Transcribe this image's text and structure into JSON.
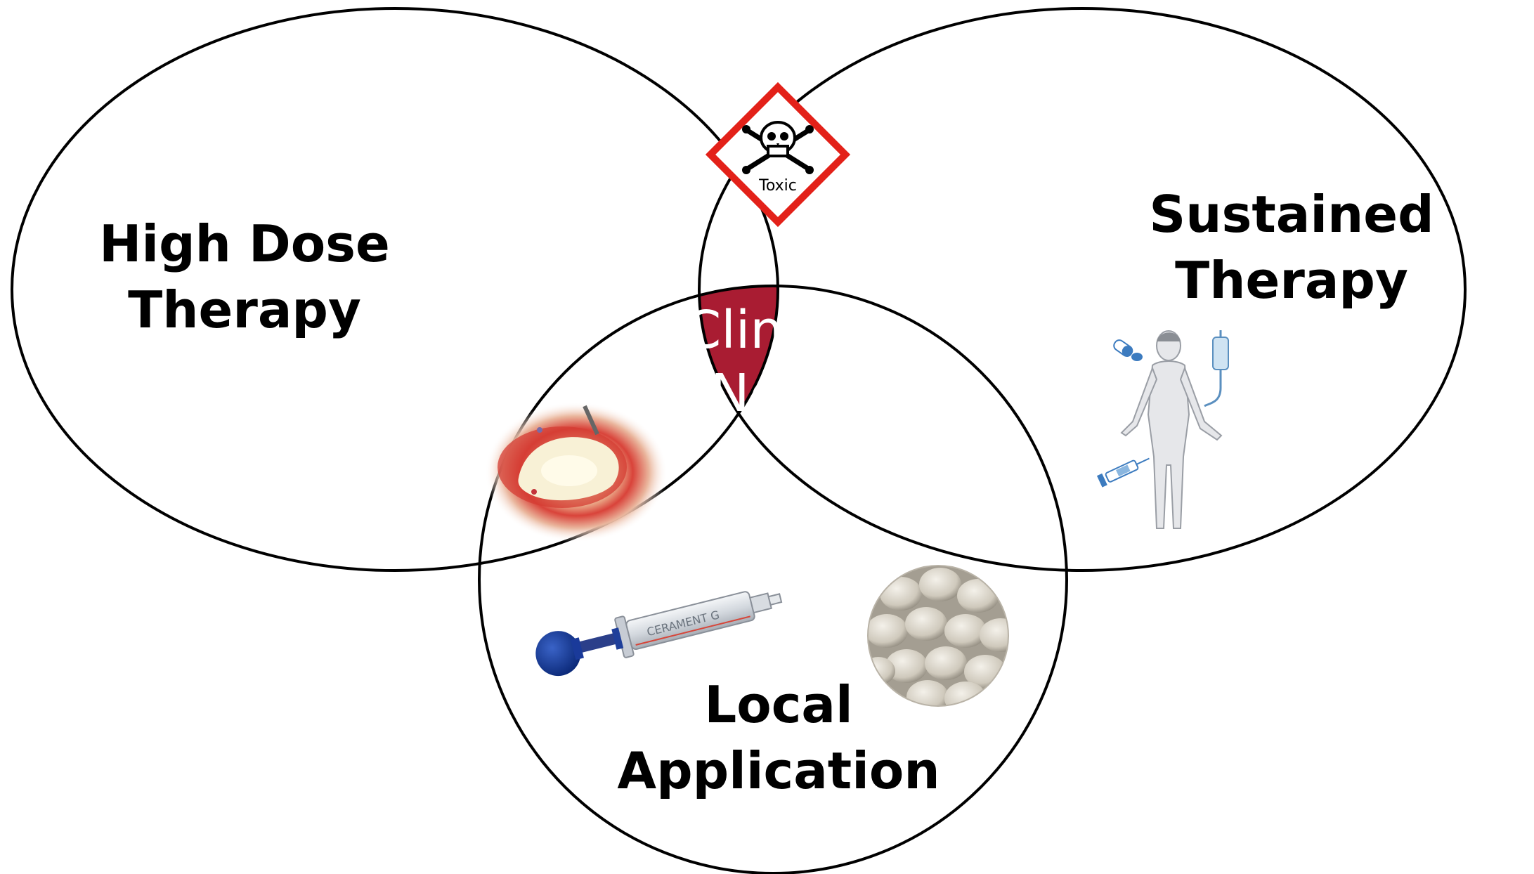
{
  "diagram": {
    "center_label_line1": "Clinical",
    "center_label_line2": "Need",
    "circle_left_line1": "High Dose",
    "circle_left_line2": "Therapy",
    "circle_right_line1": "Sustained",
    "circle_right_line2": "Therapy",
    "circle_bottom_line1": "Local",
    "circle_bottom_line2": "Application",
    "toxic_label": "Toxic",
    "syringe_brand": "CERAMENT G",
    "colors": {
      "center_fill": "#A91C32",
      "outline": "#000000",
      "toxic_border": "#E32119"
    },
    "icons": [
      "toxic-hazard-icon",
      "bone-defect-photo",
      "human-body-therapy-icon",
      "bone-cement-syringe-icon",
      "antibiotic-beads-photo"
    ]
  }
}
